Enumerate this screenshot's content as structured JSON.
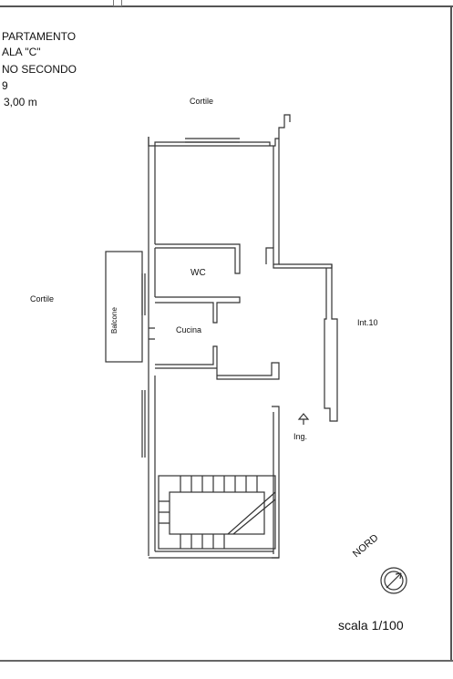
{
  "header": {
    "line1": "PARTAMENTO",
    "line2": "ALA \"C\"",
    "line3": "NO SECONDO",
    "line4": "9",
    "line5": "3,00 m"
  },
  "labels": {
    "cortile_top": "Cortile",
    "cortile_left": "Cortile",
    "wc": "WC",
    "cucina": "Cucina",
    "balcone": "Balcone",
    "int10": "Int.10",
    "ingresso": "Ing."
  },
  "compass": {
    "label": "NORD"
  },
  "scale": {
    "text": "scala 1/100"
  },
  "colors": {
    "line": "#333333",
    "background": "#ffffff"
  }
}
